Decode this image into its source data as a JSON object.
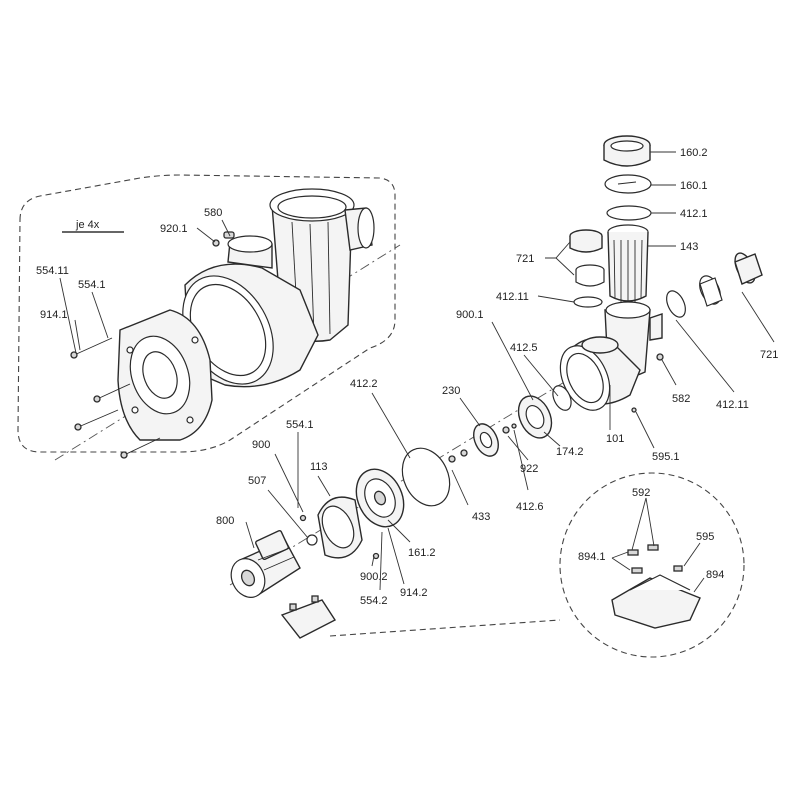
{
  "labels": {
    "l160_2": "160.2",
    "l160_1": "160.1",
    "l412_1": "412.1",
    "l143": "143",
    "l721a": "721",
    "l721b": "721",
    "l412_11a": "412.11",
    "l412_11b": "412.11",
    "l900_1": "900.1",
    "l412_5": "412.5",
    "l412_2": "412.2",
    "l230": "230",
    "l582": "582",
    "l101": "101",
    "l174_2": "174.2",
    "l595_1": "595.1",
    "l922": "922",
    "l412_6": "412.6",
    "l433": "433",
    "l554_1a": "554.1",
    "l554_1b": "554.1",
    "l900": "900",
    "l113": "113",
    "l507": "507",
    "l800": "800",
    "l161_2": "161.2",
    "l900_2": "900.2",
    "l914_2": "914.2",
    "l554_2": "554.2",
    "l580": "580",
    "l920_1": "920.1",
    "l554_11": "554.11",
    "l914_1": "914.1",
    "l592": "592",
    "l894_1": "894.1",
    "l595": "595",
    "l894": "894",
    "je4x": "je 4x"
  }
}
